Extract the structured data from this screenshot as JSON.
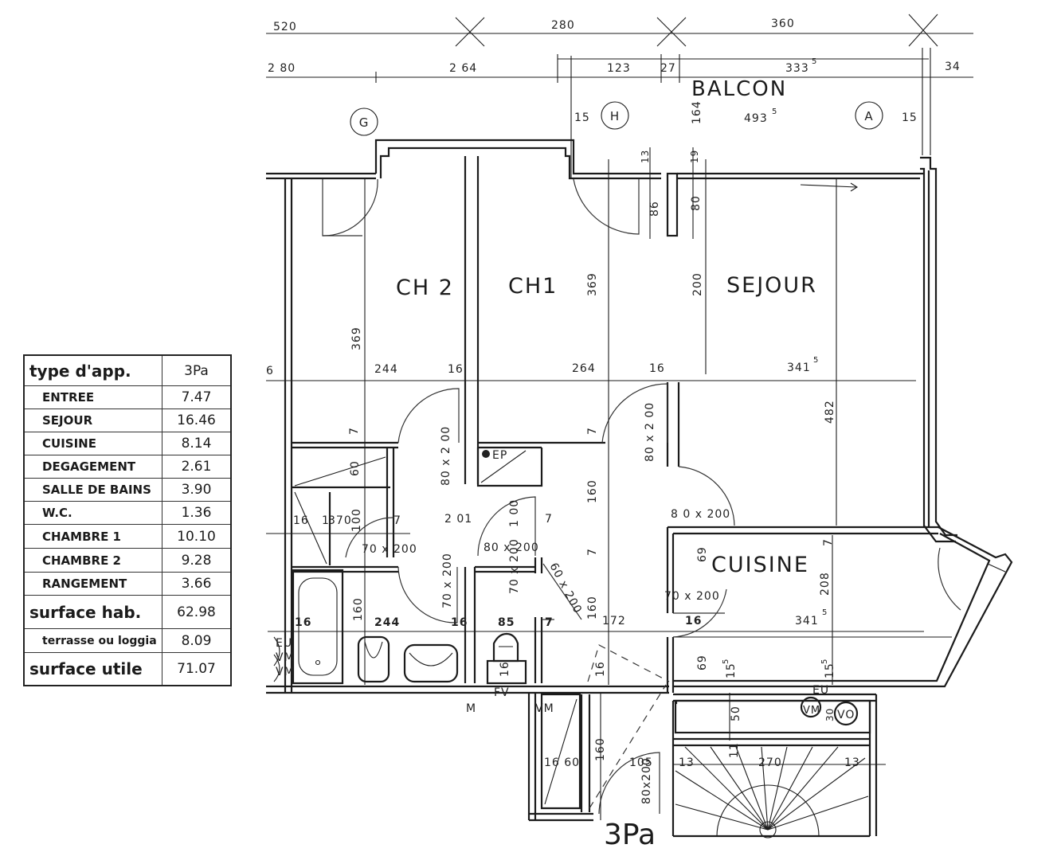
{
  "plan": {
    "code_label": "3Pa",
    "rooms": {
      "ch2": "CH 2",
      "ch1": "CH1",
      "sejour": "SEJOUR",
      "cuisine": "CUISINE",
      "balcon": "BALCON"
    },
    "axes": {
      "g": "G",
      "h": "H",
      "a": "A"
    },
    "dims_top": {
      "d1": "520",
      "d2": "280",
      "d3": "360"
    },
    "dims_second": {
      "d1": "2 80",
      "d2": "2 64",
      "d3": "123",
      "d4": "27",
      "d5": "333",
      "d5sup": "5",
      "d6": "34"
    },
    "dims_balcon": {
      "left15": "15",
      "d164": "164",
      "d493": "493",
      "d493sup": "5",
      "right15": "15",
      "d13": "13",
      "d19": "19",
      "d86": "86",
      "d80": "80"
    },
    "dims_rooms": {
      "ch2_depth": "369",
      "ch1_depth": "369",
      "sejour_200": "200",
      "w_left6": "6",
      "w244": "244",
      "w16a": "16",
      "w264": "264",
      "w16b": "16",
      "w3415": "341",
      "w3415sup": "5",
      "d482": "482",
      "v7a": "7",
      "v7b": "7",
      "v7c": "7",
      "v7d": "7",
      "door80x200a": "80 x 2 00",
      "door80x200b": "80 x 2 00",
      "door80x200c": "8 0 x 200",
      "ep": "EP",
      "v160a": "160",
      "v160b": "160",
      "v60": "60",
      "v16": "16",
      "v1": "1",
      "v370": "370",
      "v100a": "100",
      "v7e": "7",
      "w201": "2 01",
      "v100b": "1 00",
      "v7f": "7",
      "door70x200a": "70 x 200",
      "door80x200d": "80 x 200",
      "door70x200b": "70 x 200",
      "door70x200c": "70 x 200",
      "door60x200": "60 x 200",
      "v69a": "69",
      "v208": "208",
      "door70x200d": "70 x 200"
    },
    "dims_bottom": {
      "w16c": "16",
      "v160c": "160",
      "w244b": "244",
      "w16d": "16",
      "w85": "85",
      "w7": "7",
      "w172": "172",
      "w16e": "16",
      "w3415b": "341",
      "w3415bsup": "5",
      "v69b": "69",
      "v155a": "15",
      "v155asup": "5",
      "v155b": "15",
      "v155bsup": "5",
      "v16s": "16",
      "v16w": "16",
      "eu": "EU",
      "vm1": "VM",
      "vm2": "VM",
      "m": "M",
      "vm3": "VM",
      "fv": "FV",
      "v50": "50",
      "eu2": "EU",
      "vm4": "VM",
      "v30": "30",
      "vo": "VO",
      "w1660": "16 60",
      "v160d": "160",
      "w105": "105",
      "door80x200e": "80x200",
      "w13a": "13",
      "v11": "11",
      "w270": "270",
      "w13b": "13"
    }
  },
  "area_table": {
    "header": {
      "label": "type d'app.",
      "value": "3Pa"
    },
    "rows": [
      {
        "label": "ENTREE",
        "value": "7.47"
      },
      {
        "label": "SEJOUR",
        "value": "16.46"
      },
      {
        "label": "CUISINE",
        "value": "8.14"
      },
      {
        "label": "DEGAGEMENT",
        "value": "2.61"
      },
      {
        "label": "SALLE DE BAINS",
        "value": "3.90"
      },
      {
        "label": "W.C.",
        "value": "1.36"
      },
      {
        "label": "CHAMBRE  1",
        "value": "10.10"
      },
      {
        "label": "CHAMBRE  2",
        "value": "9.28"
      },
      {
        "label": "RANGEMENT",
        "value": "3.66"
      }
    ],
    "surface_hab": {
      "label": "surface  hab.",
      "value": "62.98"
    },
    "terrasse": {
      "label": "terrasse ou loggia",
      "value": "8.09"
    },
    "surface_utile": {
      "label": "surface  utile",
      "value": "71.07"
    }
  }
}
